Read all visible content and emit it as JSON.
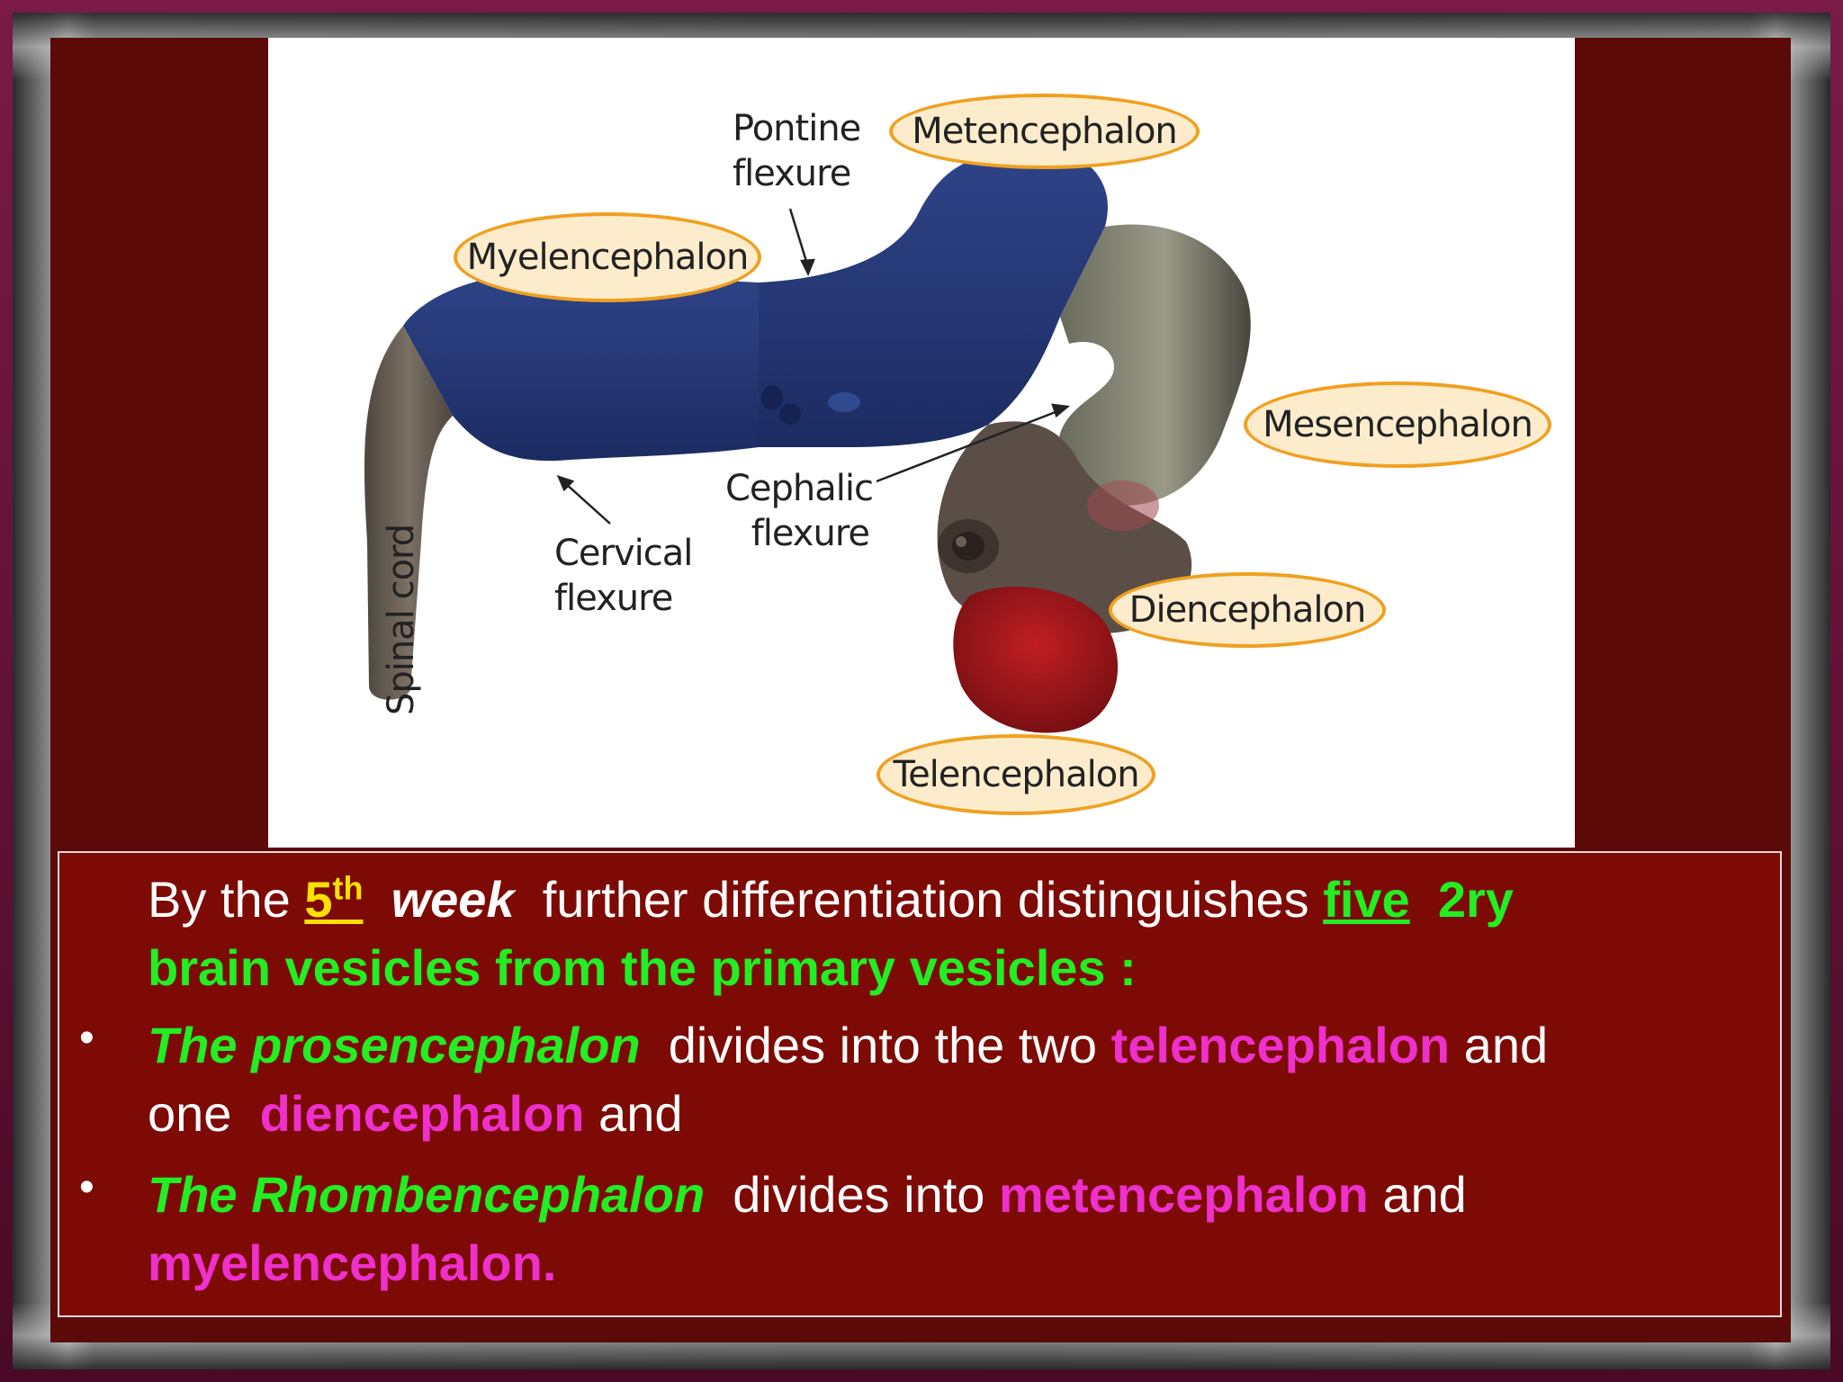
{
  "diagram": {
    "labels": {
      "pontine": "Pontine\nflexure",
      "pontine_line1": "Pontine",
      "pontine_line2": "flexure",
      "metencephalon": "Metencephalon",
      "myelencephalon": "Myelencephalon",
      "mesencephalon": "Mesencephalon",
      "cephalic_line1": "Cephalic",
      "cephalic_line2": "flexure",
      "cervical_line1": "Cervical",
      "cervical_line2": "flexure",
      "spinal_cord": "Spinal cord",
      "diencephalon": "Diencephalon",
      "telencephalon": "Telencephalon"
    },
    "colors": {
      "rhombencephalon": "#2a3c7a",
      "neutral_tissue": "#6b6258",
      "mesencephalon_tissue": "#8a8a78",
      "telencephalon_tissue": "#a0181c",
      "oval_border": "#f0a020",
      "oval_fill": "#fdeccb"
    }
  },
  "text": {
    "intro": {
      "by_the": "By the ",
      "fifth": "5",
      "th": "th",
      "week": "week",
      "further": "  further differentiation distinguishes ",
      "five": "five",
      "rest_green_1": "  2ry",
      "rest_green_2": "brain vesicles from the primary vesicles :"
    },
    "bullet1": {
      "bullet": "•",
      "subject": "The prosencephalon",
      "divides": "  divides into the two ",
      "telencephalon": "telencephalon",
      "and1": " and",
      "one": "one  ",
      "diencephalon": "diencephalon",
      "and2": " and"
    },
    "bullet2": {
      "bullet": "•",
      "subject": "The Rhombencephalon",
      "divides": "  divides into ",
      "metencephalon": "metencephalon",
      "and": " and",
      "myelencephalon": "myelencephalon."
    }
  }
}
